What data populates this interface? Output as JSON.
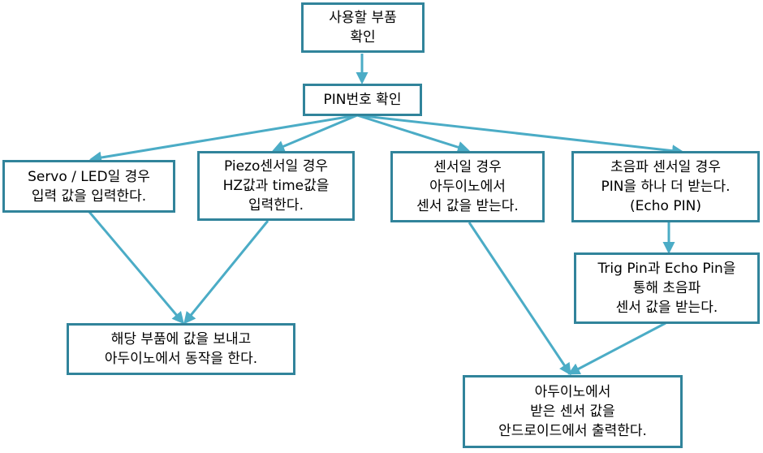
{
  "colors": {
    "stroke": "#4bacc6",
    "border": "#31849b"
  },
  "nodes": {
    "check_parts": [
      "사용할 부품",
      "확인"
    ],
    "check_pin": [
      "PIN번호 확인"
    ],
    "servo_led": [
      "Servo / LED일 경우",
      "입력 값을 입력한다."
    ],
    "piezo": [
      "Piezo센서일 경우",
      "HZ값과 time값을",
      "입력한다."
    ],
    "sensor": [
      "센서일 경우",
      "아두이노에서",
      "센서 값을 받는다."
    ],
    "ultrasonic": [
      "초음파 센서일 경우",
      "PIN을 하나 더 받는다.",
      "(Echo PIN)"
    ],
    "trig_echo": [
      "Trig Pin과 Echo Pin을",
      "통해 초음파",
      "센서 값을 받는다."
    ],
    "send_value": [
      "해당 부품에 값을 보내고",
      "아두이노에서 동작을 한다."
    ],
    "android_output": [
      "아두이노에서",
      "받은 센서 값을",
      "안드로이드에서 출력한다."
    ]
  }
}
